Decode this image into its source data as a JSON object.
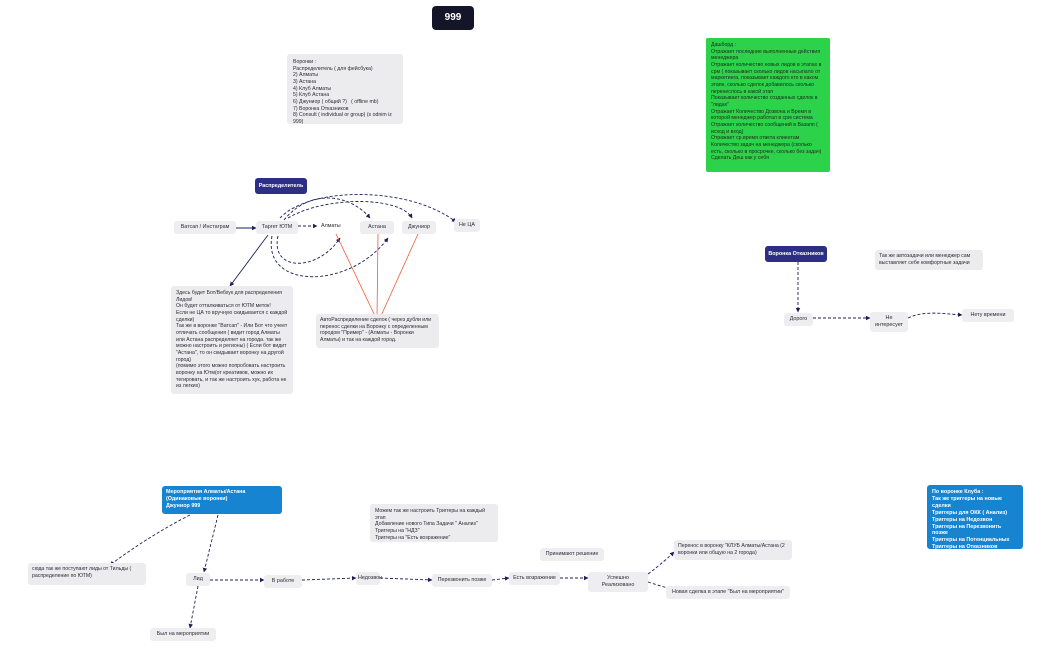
{
  "board": {
    "title": "999"
  },
  "nodes": {
    "funnels": "Воронки :\nРаспределитель ( для фейсбука)\n2) Алматы\n3) Астана\n4) Клуб Алматы\n5) Клуб Астана\n6) Джуниор ( общий ?)   ( offline mb)\n7) Воронка Отказников\n8) Consult ( individual or group) (s odnim iz 999)",
    "dashboard": "Дашборд :\nОтражает последние выполненные действия менеджера\nОтражает количество новых лидов в этапах в срм ( показывает сколько лидов насыпало от маркетинга, показывает каждого кто в каком этапе, сколько сделок добавилось сколько перенеслось в какой этап\nПоказывает количество созданных сделок в \"лидах\"\nОтражает Количество Дозвона и Время в которой менеджер работал в срм система\nОтражает количество сообщений в Вазапп ( исход и вход)\nОтражает ср.время ответа клиентам\nКоличество задач на менеджера (сколько есть, сколько в просрочке, сколько без задач)\nСделать Деш как у себя",
    "distributor": "Распределитель",
    "whatsapp_insta": "Ватсап / Инстаграм",
    "target_utm": "Таргет ЮТМ",
    "almaty": "Алматы",
    "astana": "Астана",
    "junior": "Джуниор",
    "not_ta": "Не ЦА",
    "bot_note": "Здесь будет Бот/Вебхук для распределения Лидов!\nОн будет отталкиваться от ЮТМ меток!\nЕсли не ЦА то вручную скидывается с каждой сделки)\nТак же в воронке \"Ватсап\" - Или Бот что учеет отличать сообщения ( видит город Алматы или Астана распределяет на города. так же можно настроить и регионы) ( Если бот видит \"Астана\", то он скидывает воронку на другой город)\n(помимо этого можно попробовать настроить воронку на Ютм(от креативов, можно их тегировать, и так же настроить хук, работа не из легких)",
    "auto_dist": "АвтоРаспределение сделок ( через дубли или перенос сделки на Воронку с определенным городом \"Пример\" - (Алматы - Воронки Алматы) и так на каждой город.",
    "refusals_funnel": "Воронка Отказников",
    "auto_tasks_note": "Так же автозадачи или менеджер сам выставляет себе комфортные задачи",
    "expensive": "Дорого",
    "not_interested": "Не интересует",
    "no_time": "Нету времени",
    "club_triggers": "По воронке Клуба :\nТак же триггеры на новые сделки\nТриггеры для ОКК ( Анализ)\nТриггеры на Недозвон\nТриггеры на Перезвонить позже\nТриггеры на Потенциальных\nТриггеры на Отказников\nТриггеры на новых",
    "events": "Мероприятия Алматы/Астана (Одинаковые воронки)\nДжуниор 999",
    "triggers_note": "Можем так же настроить Триггеры на каждый этап\nДобавление нового Типа Задачи \" Анализ\"\nТриггеры на \"НДЗ\"\nТриггеры на \"Есть возражение\"",
    "tilda_leads": "сюда так же поступают лиды от Тильды ( распределение по ЮТМ)",
    "lead": "Лид",
    "in_progress": "В работе",
    "no_answer": "Недозвон",
    "call_later": "Перезвонить позже",
    "objection": "Есть возражение",
    "deciding": "Принимают решение",
    "success": "Успешно Реализовано",
    "transfer_club": "Перенос в воронку \"КЛУБ Алматы/Астана (2 воронки или общую на 2 города)",
    "new_deal": "Новая сделка в этапе \"Был на мероприятии\"",
    "attended": "Был на мероприятии"
  },
  "colors": {
    "title_bg": "#15152a",
    "navy": "#2d2f86",
    "blue": "#1784d1",
    "green": "#2dd24b",
    "card": "#ececef",
    "edge_dark": "#1c1f5a",
    "edge_red": "#ef5a3c"
  }
}
